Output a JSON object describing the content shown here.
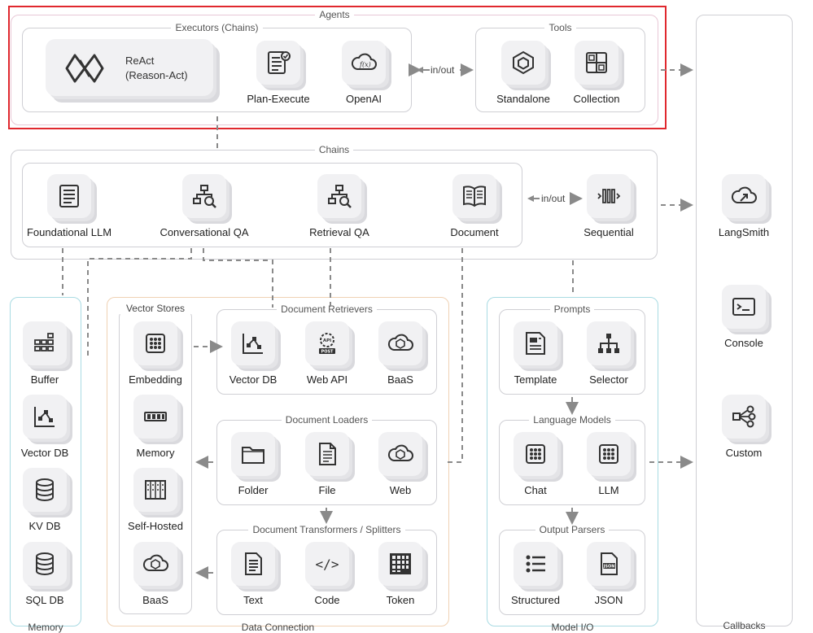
{
  "groups": {
    "agents": "Agents",
    "executors": "Executors (Chains)",
    "tools": "Tools",
    "chains": "Chains",
    "vector_stores": "Vector Stores",
    "document_retrievers": "Document Retrievers",
    "document_loaders": "Document Loaders",
    "document_transformers": "Document Transformers / Splitters",
    "prompts": "Prompts",
    "language_models": "Language Models",
    "output_parsers": "Output Parsers",
    "memory": "Memory",
    "data_connection": "Data Connection",
    "model_io": "Model I/O",
    "callbacks": "Callbacks"
  },
  "connectors": {
    "in_out_agents": "in/out",
    "in_out_chains": "in/out"
  },
  "agents": {
    "react": {
      "line1": "ReAct",
      "line2": "(Reason-Act)",
      "icon": "react-diamond-icon"
    },
    "plan_execute": {
      "label": "Plan-Execute",
      "icon": "checklist-doc-icon"
    },
    "openai": {
      "label": "OpenAI",
      "icon": "cloud-function-icon"
    },
    "standalone": {
      "label": "Standalone",
      "icon": "cube-icon"
    },
    "collection": {
      "label": "Collection",
      "icon": "grid-collection-icon"
    }
  },
  "chains": {
    "foundational_llm": {
      "label": "Foundational LLM",
      "icon": "list-doc-icon"
    },
    "conversational_qa": {
      "label": "Conversational QA",
      "icon": "tree-search-icon"
    },
    "retrieval_qa": {
      "label": "Retrieval QA",
      "icon": "tree-search-icon"
    },
    "document": {
      "label": "Document",
      "icon": "open-book-icon"
    },
    "sequential": {
      "label": "Sequential",
      "icon": "sequence-icon"
    }
  },
  "memory_items": [
    {
      "label": "Buffer",
      "icon": "buffer-grid-icon"
    },
    {
      "label": "Vector DB",
      "icon": "vector-graph-icon"
    },
    {
      "label": "KV DB",
      "icon": "database-icon"
    },
    {
      "label": "SQL DB",
      "icon": "database-icon"
    }
  ],
  "vector_stores": [
    {
      "label": "Embedding",
      "icon": "chip-icon"
    },
    {
      "label": "Memory",
      "icon": "memory-stick-icon"
    },
    {
      "label": "Self-Hosted",
      "icon": "server-rack-icon"
    },
    {
      "label": "BaaS",
      "icon": "cloud-cube-icon"
    }
  ],
  "retrievers": [
    {
      "label": "Vector DB",
      "icon": "vector-graph-icon"
    },
    {
      "label": "Web API",
      "icon": "api-gear-icon",
      "badge_top": "API",
      "badge_bottom": "POST"
    },
    {
      "label": "BaaS",
      "icon": "cloud-cube-icon"
    }
  ],
  "loaders": [
    {
      "label": "Folder",
      "icon": "folder-icon"
    },
    {
      "label": "File",
      "icon": "file-icon"
    },
    {
      "label": "Web",
      "icon": "cloud-cube-icon"
    }
  ],
  "transformers": [
    {
      "label": "Text",
      "icon": "text-file-icon"
    },
    {
      "label": "Code",
      "icon": "code-icon",
      "glyph": "</>"
    },
    {
      "label": "Token",
      "icon": "token-grid-icon"
    }
  ],
  "prompts": [
    {
      "label": "Template",
      "icon": "template-icon"
    },
    {
      "label": "Selector",
      "icon": "hierarchy-icon"
    }
  ],
  "language_models": [
    {
      "label": "Chat",
      "icon": "chip-icon"
    },
    {
      "label": "LLM",
      "icon": "chip-icon"
    }
  ],
  "output_parsers": [
    {
      "label": "Structured",
      "icon": "bullet-list-icon"
    },
    {
      "label": "JSON",
      "icon": "json-file-icon",
      "glyph": "JSON"
    }
  ],
  "callbacks": [
    {
      "label": "LangSmith",
      "icon": "cloud-link-icon"
    },
    {
      "label": "Console",
      "icon": "terminal-icon"
    },
    {
      "label": "Custom",
      "icon": "share-nodes-icon"
    }
  ],
  "colors": {
    "agents_highlight": "#e0282e",
    "agents_frame": "#e8c8d6",
    "data_connection_frame": "#f0d2b4",
    "model_io_frame": "#a9dbe3",
    "group_frame": "#cfcfd4",
    "connector": "#8a8a8a",
    "tile_bg": "#f1f1f3"
  }
}
